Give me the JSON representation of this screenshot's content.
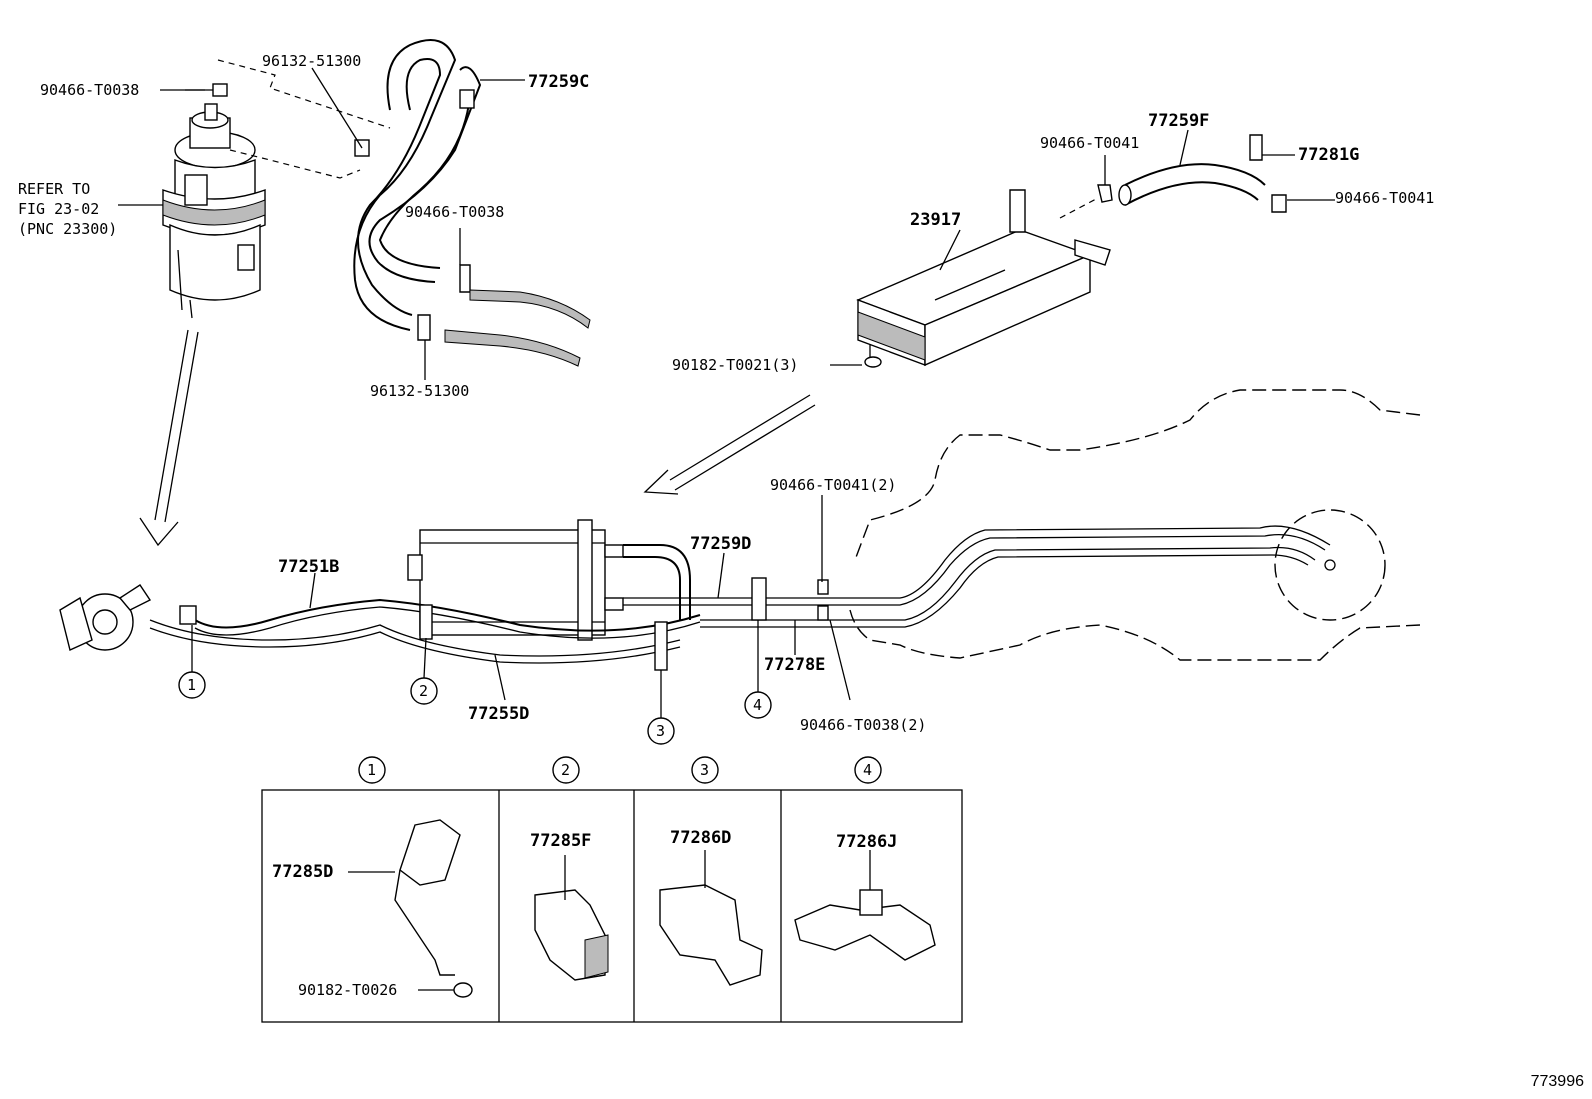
{
  "labels": {
    "p90466_T0038_a": "90466-T0038",
    "p96132_51300_a": "96132-51300",
    "p77259C": "77259C",
    "refer_1": "REFER TO",
    "refer_2": "FIG 23-02",
    "refer_3": "(PNC 23300)",
    "p90466_T0038_b": "90466-T0038",
    "p96132_51300_b": "96132-51300",
    "p77259F": "77259F",
    "p90466_T0041_a": "90466-T0041",
    "p77281G": "77281G",
    "p90466_T0041_b": "90466-T0041",
    "p23917": "23917",
    "p90182_T0021": "90182-T0021(3)",
    "p77251B": "77251B",
    "p77259D": "77259D",
    "p90466_T0041_2": "90466-T0041(2)",
    "p77278E": "77278E",
    "p90466_T0038_2": "90466-T0038(2)",
    "p77255D": "77255D",
    "p77285D": "77285D",
    "p90182_T0026": "90182-T0026",
    "p77285F": "77285F",
    "p77286D": "77286D",
    "p77286J": "77286J"
  },
  "callouts": [
    "1",
    "2",
    "3",
    "4"
  ],
  "detail_headers": [
    "1",
    "2",
    "3",
    "4"
  ],
  "doc_id": "773996"
}
